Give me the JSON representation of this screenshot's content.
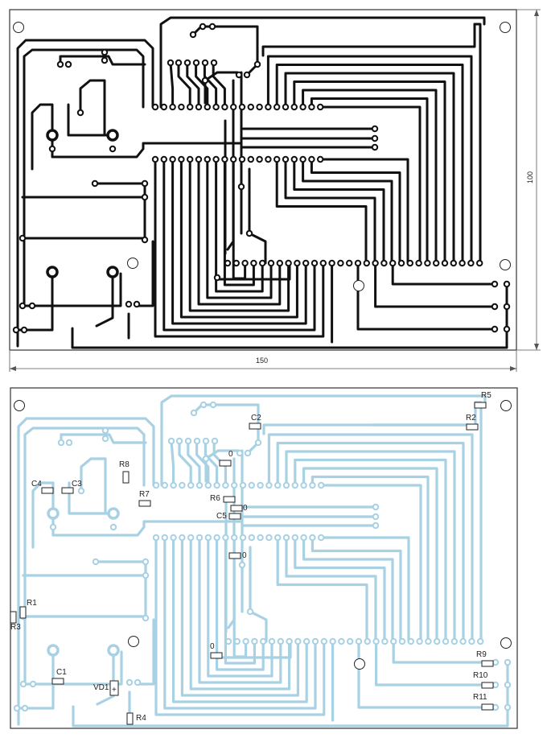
{
  "dimensions": {
    "width_mm": "150",
    "height_mm": "100"
  },
  "colors": {
    "copper_top": "#111111",
    "copper_bottom": "#a8d2e4",
    "outline": "#333333"
  },
  "components": [
    "R5",
    "R2",
    "C2",
    "0",
    "R8",
    "C4",
    "C3",
    "R7",
    "R6",
    "0",
    "C5",
    "0",
    "R1",
    "R3",
    "C1",
    "VD1",
    "R4",
    "0",
    "R9",
    "R10",
    "R11"
  ],
  "polarity_mark": "+"
}
